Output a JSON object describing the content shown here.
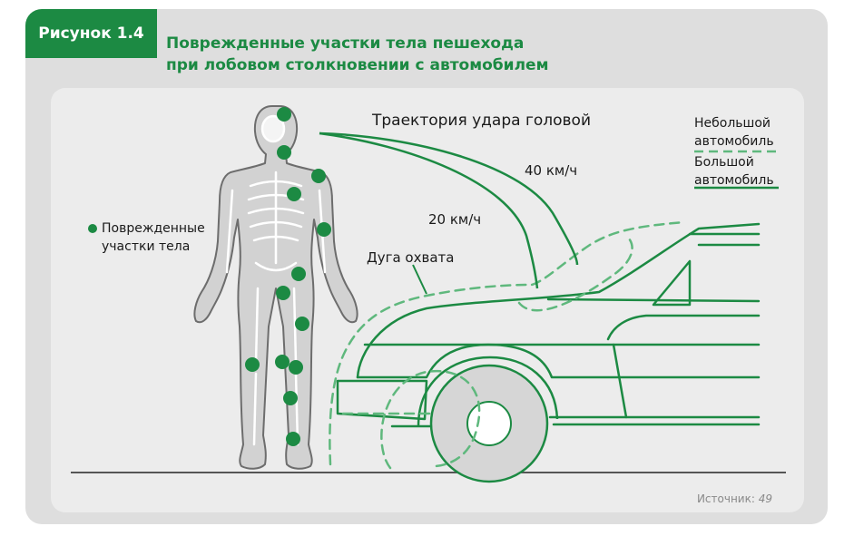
{
  "figure": {
    "label": "Рисунок 1.4",
    "title_line1": "Поврежденные участки тела пешехода",
    "title_line2": "при лобовом столкновении с автомобилем"
  },
  "labels": {
    "trajectory": "Траектория удара головой",
    "speed_40": "40 км/ч",
    "speed_20": "20 км/ч",
    "wrap_arc": "Дуга охвата",
    "body_legend_line1": "Поврежденные",
    "body_legend_line2": "участки тела"
  },
  "legend": {
    "small_car_line1": "Небольшой",
    "small_car_line2": "автомобиль",
    "large_car_line1": "Большой",
    "large_car_line2": "автомобиль"
  },
  "source": {
    "label": "Источник:",
    "value": "49"
  },
  "colors": {
    "green": "#1c8a43",
    "dashed_green": "#5fb87d",
    "background_outer": "#dedede",
    "background_inner": "#ececec"
  }
}
